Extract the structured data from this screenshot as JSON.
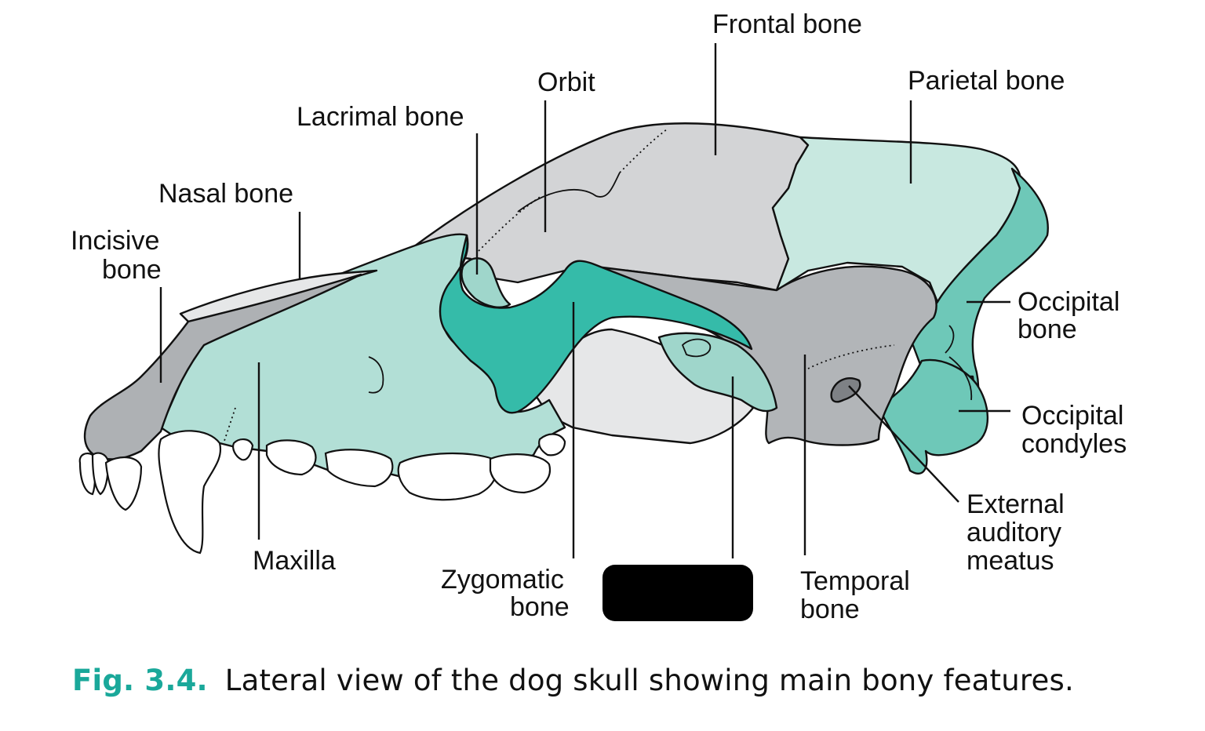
{
  "labels": {
    "frontal": "Frontal bone",
    "parietal": "Parietal bone",
    "orbit": "Orbit",
    "lacrimal": "Lacrimal bone",
    "nasal": "Nasal bone",
    "incisive_1": "Incisive",
    "incisive_2": "bone",
    "occipital_1": "Occipital",
    "occipital_2": "bone",
    "condyles_1": "Occipital",
    "condyles_2": "condyles",
    "auditory_1": "External",
    "auditory_2": "auditory",
    "auditory_3": "meatus",
    "maxilla": "Maxilla",
    "zygomatic_1": "Zygomatic",
    "zygomatic_2": "bone",
    "temporal_1": "Temporal",
    "temporal_2": "bone"
  },
  "caption": {
    "number": "Fig. 3.4.",
    "text": "Lateral view of the dog skull showing main bony features."
  },
  "colors": {
    "frontal": "#d3d4d6",
    "parietal": "#c8e8e0",
    "maxilla": "#b2dfd6",
    "zygomatic": "#35bba9",
    "occipital": "#6ec8b8",
    "temporal": "#b2b5b8",
    "incisive": "#aeb1b4",
    "nasal": "#e6e7e8",
    "teeth": "#ffffff",
    "redaction": "#000000",
    "accent": "#1aa89a"
  }
}
